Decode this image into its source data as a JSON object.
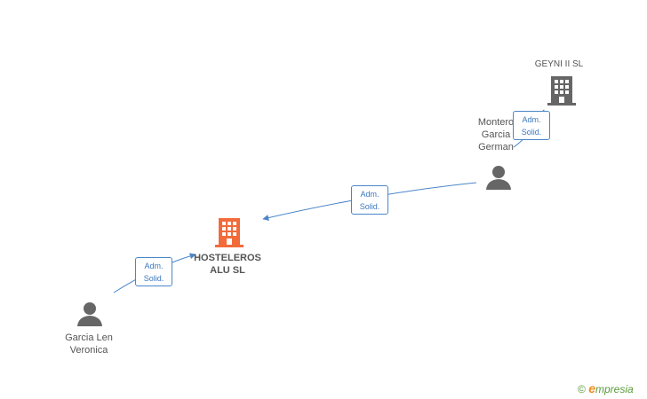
{
  "nodes": {
    "hosteleros": {
      "label_line1": "HOSTELEROS",
      "label_line2": "ALU SL",
      "color": "#f26b3a",
      "type": "company"
    },
    "geynii": {
      "label": "GEYNI II SL",
      "color": "#666666",
      "type": "company"
    },
    "garcia_len": {
      "label_line1": "Garcia Len",
      "label_line2": "Veronica",
      "type": "person"
    },
    "montero": {
      "label_line1": "Montero",
      "label_line2": "Garcia",
      "label_line3": "German",
      "type": "person"
    }
  },
  "edges": [
    {
      "from": "garcia_len",
      "to": "hosteleros",
      "role_line1": "Adm.",
      "role_line2": "Solid."
    },
    {
      "from": "montero",
      "to": "hosteleros",
      "role_line1": "Adm.",
      "role_line2": "Solid."
    },
    {
      "from": "montero",
      "to": "geynii",
      "role_line1": "Adm.",
      "role_line2": "Solid."
    }
  ],
  "colors": {
    "edge": "#4a86c8",
    "person_icon": "#666666"
  },
  "brand": {
    "copyright": "©",
    "e": "e",
    "rest": "mpresia"
  }
}
